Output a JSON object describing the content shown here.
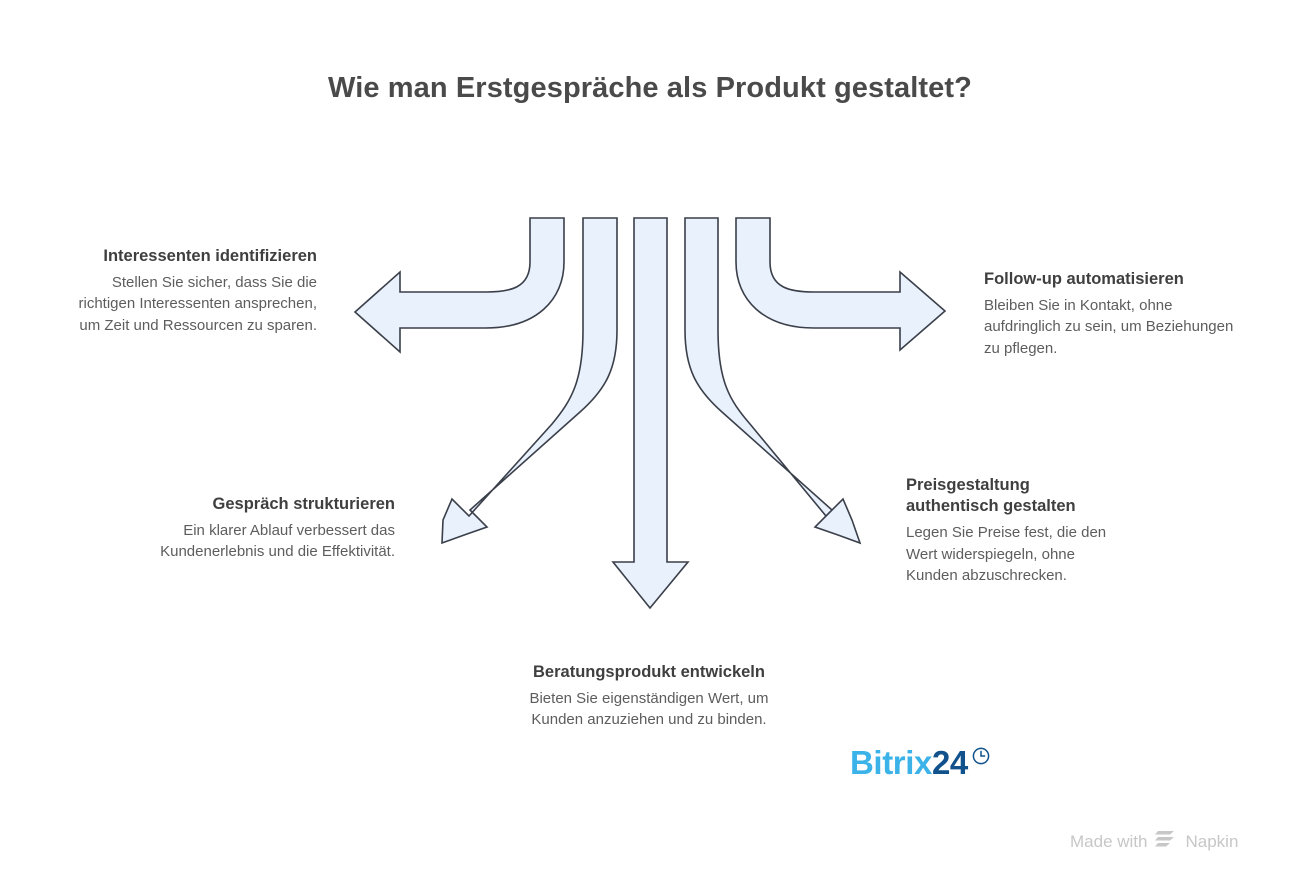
{
  "page": {
    "title": "Wie man Erstgespräche als Produkt gestaltet?",
    "background_color": "#ffffff",
    "arrow_fill_color": "#e9f1fc",
    "arrow_stroke_color": "#3a3f4a"
  },
  "nodes": [
    {
      "id": "identify",
      "title": "Interessenten identifizieren",
      "description": "Stellen Sie sicher, dass Sie die richtigen Interessenten ansprechen, um Zeit und Ressourcen zu sparen.",
      "direction": "left"
    },
    {
      "id": "structure",
      "title": "Gespräch strukturieren",
      "description": "Ein klarer Ablauf verbessert das Kundenerlebnis und die Effektivität.",
      "direction": "down-left"
    },
    {
      "id": "product",
      "title": "Beratungsprodukt entwickeln",
      "description": "Bieten Sie eigenständigen Wert, um Kunden anzuziehen und zu binden.",
      "direction": "down"
    },
    {
      "id": "pricing",
      "title": "Preisgestaltung authentisch gestalten",
      "description": "Legen Sie Preise fest, die den Wert widerspiegeln, ohne Kunden abzuschrecken.",
      "direction": "down-right"
    },
    {
      "id": "followup",
      "title": "Follow-up automatisieren",
      "description": "Bleiben Sie in Kontakt, ohne aufdringlich zu sein, um Beziehungen zu pflegen.",
      "direction": "right"
    }
  ],
  "branding": {
    "logo_word_1": "Bitrix",
    "logo_word_2": "24",
    "logo_icon": "clock-icon",
    "logo_color_1": "#3cb3e8",
    "logo_color_2": "#11528c"
  },
  "footer": {
    "made_with_text": "Made with",
    "product_name": "Napkin",
    "mark_icon": "napkin-stripes-icon",
    "color": "#c7c7c7"
  }
}
